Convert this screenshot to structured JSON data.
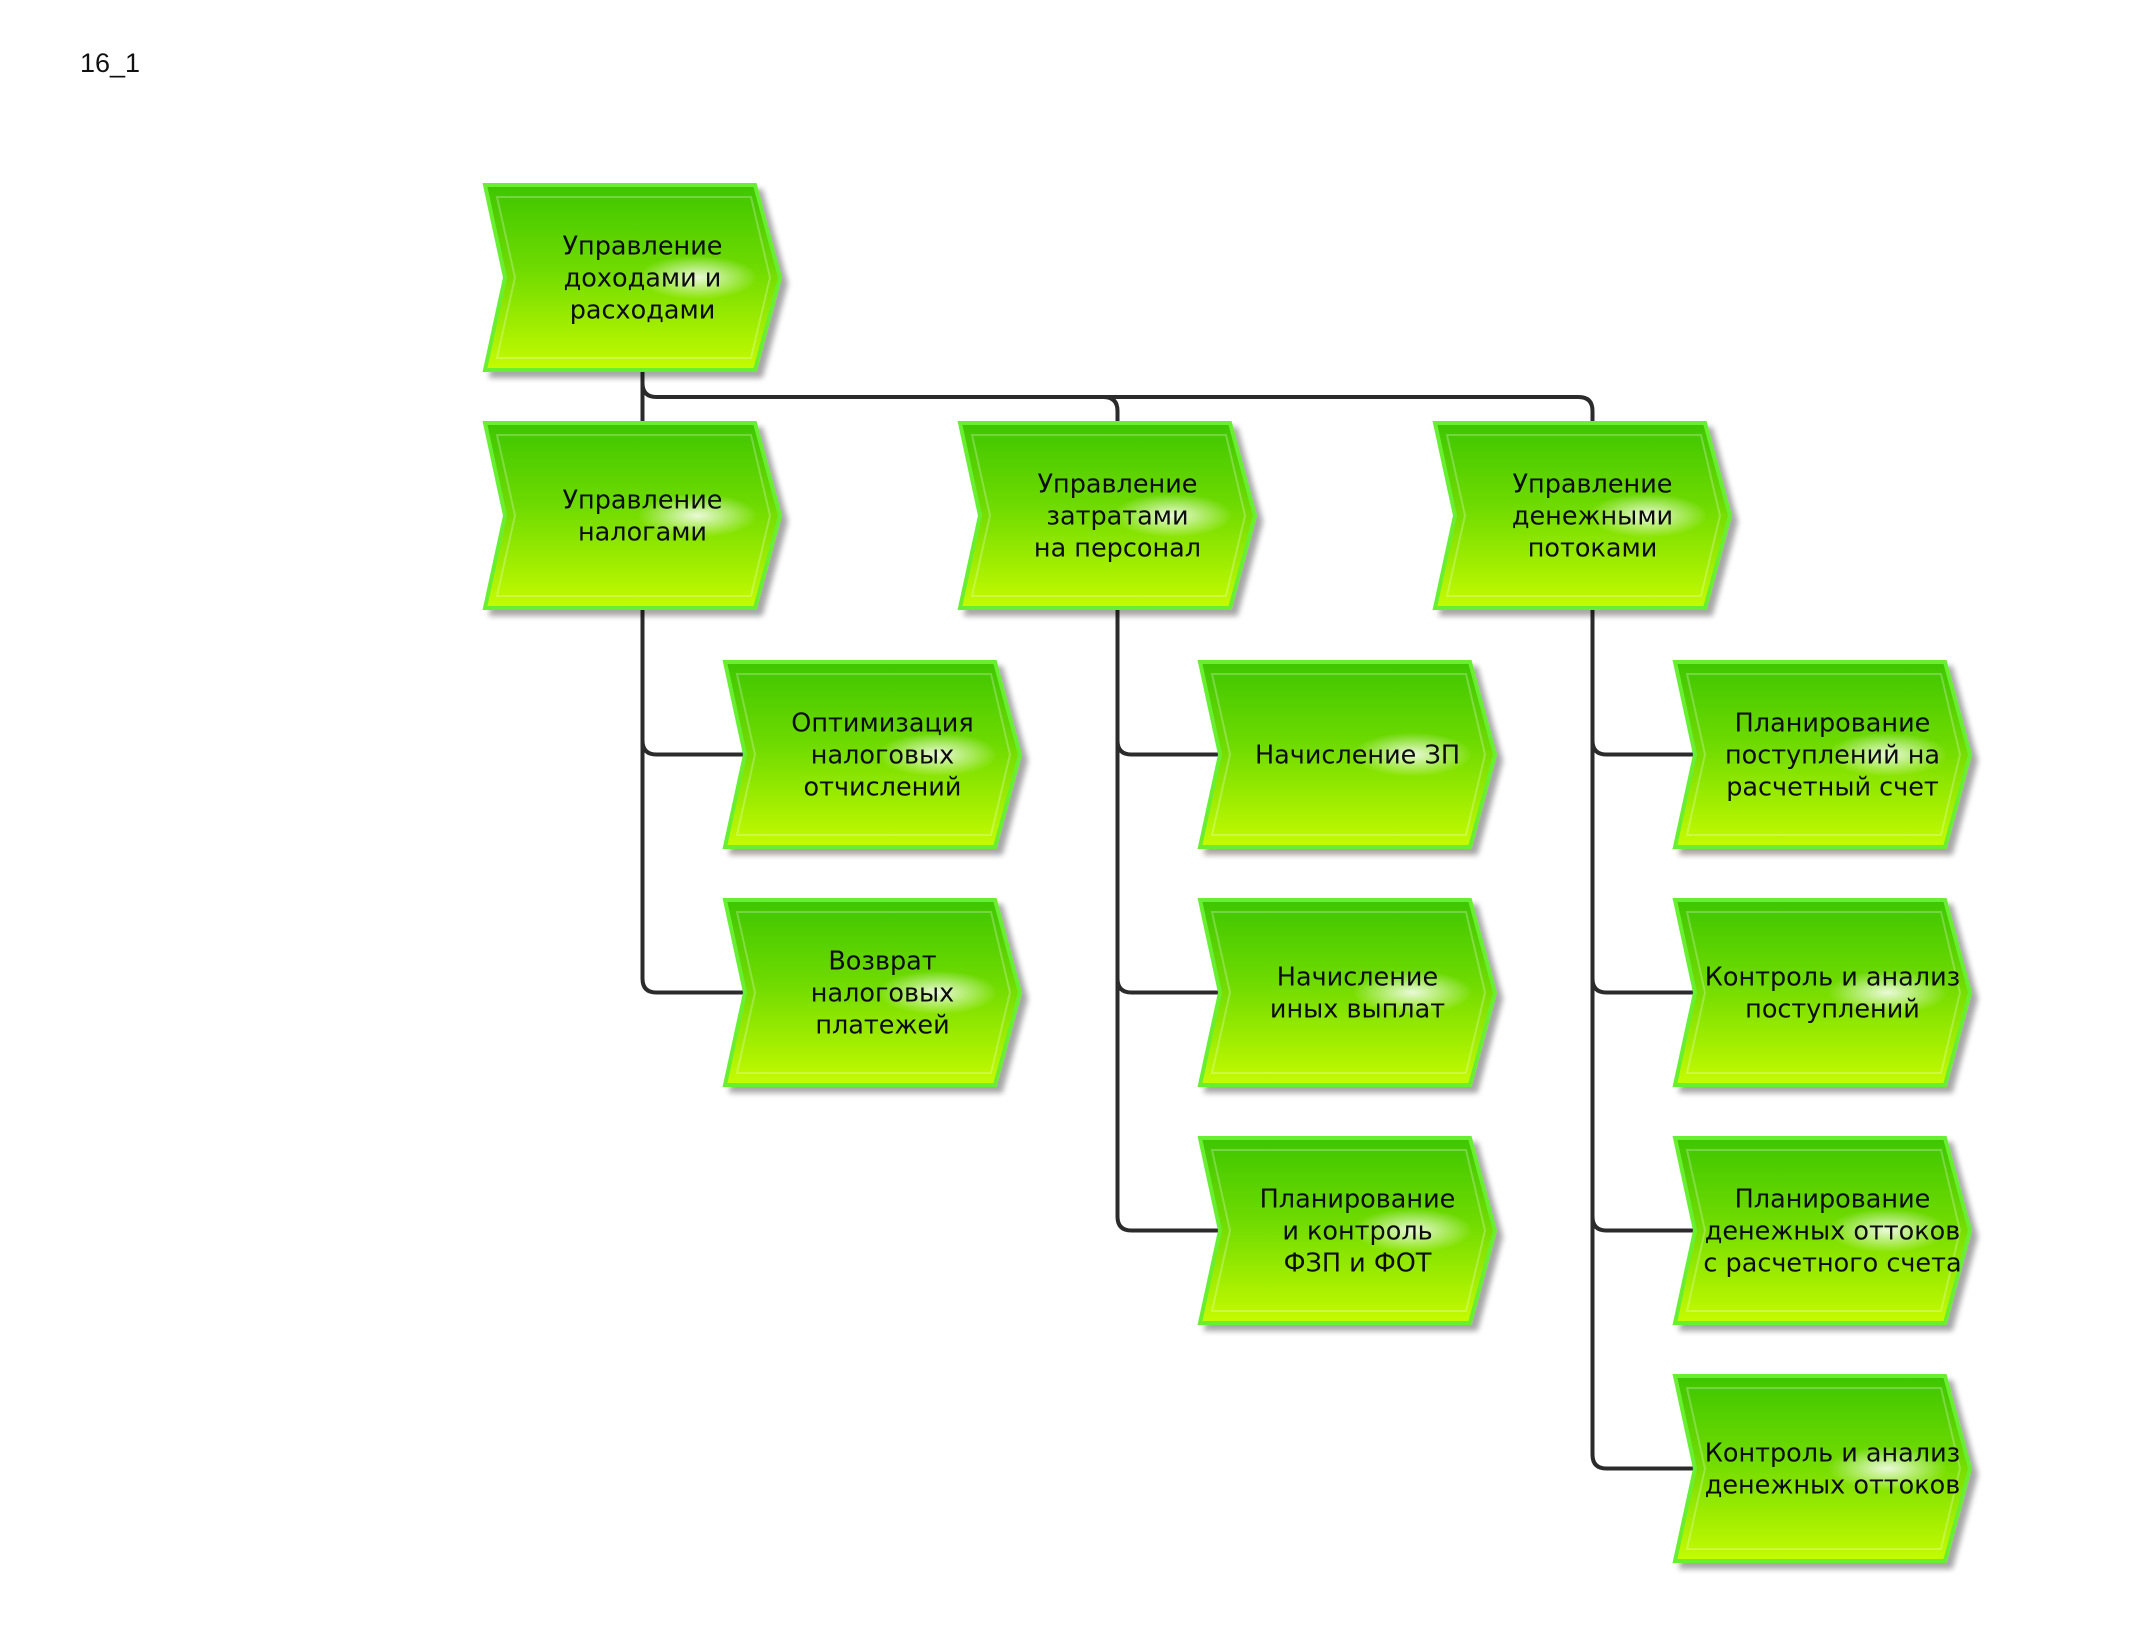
{
  "page_label": "16_1",
  "colors": {
    "node_fill_top": "#3ec600",
    "node_fill_bottom": "#c6fb00",
    "node_border": "#69ef33",
    "connector": "#2b2b2b"
  },
  "root": {
    "id": "root",
    "lines": [
      "Управление",
      "доходами и",
      "расходами"
    ]
  },
  "branches": [
    {
      "id": "taxes",
      "lines": [
        "Управление",
        "налогами"
      ],
      "children": [
        {
          "id": "tax-opt",
          "lines": [
            "Оптимизация",
            "налоговых",
            "отчислений"
          ]
        },
        {
          "id": "tax-refund",
          "lines": [
            "Возврат",
            "налоговых",
            "платежей"
          ]
        }
      ]
    },
    {
      "id": "personnel",
      "lines": [
        "Управление",
        "затратами",
        "на персонал"
      ],
      "children": [
        {
          "id": "salary",
          "lines": [
            "Начисление ЗП"
          ]
        },
        {
          "id": "other-pay",
          "lines": [
            "Начисление",
            "иных выплат"
          ]
        },
        {
          "id": "fzp-fot",
          "lines": [
            "Планирование",
            "и контроль",
            "ФЗП и ФОТ"
          ]
        }
      ]
    },
    {
      "id": "cashflow",
      "lines": [
        "Управление",
        "денежными",
        "потоками"
      ],
      "children": [
        {
          "id": "plan-in",
          "lines": [
            "Планирование",
            "поступлений на",
            "расчетный счет"
          ]
        },
        {
          "id": "ctrl-in",
          "lines": [
            "Контроль и анализ",
            "поступлений"
          ]
        },
        {
          "id": "plan-out",
          "lines": [
            "Планирование",
            "денежных оттоков",
            "с расчетного счета"
          ]
        },
        {
          "id": "ctrl-out",
          "lines": [
            "Контроль и анализ",
            "денежных оттоков"
          ]
        }
      ]
    }
  ]
}
